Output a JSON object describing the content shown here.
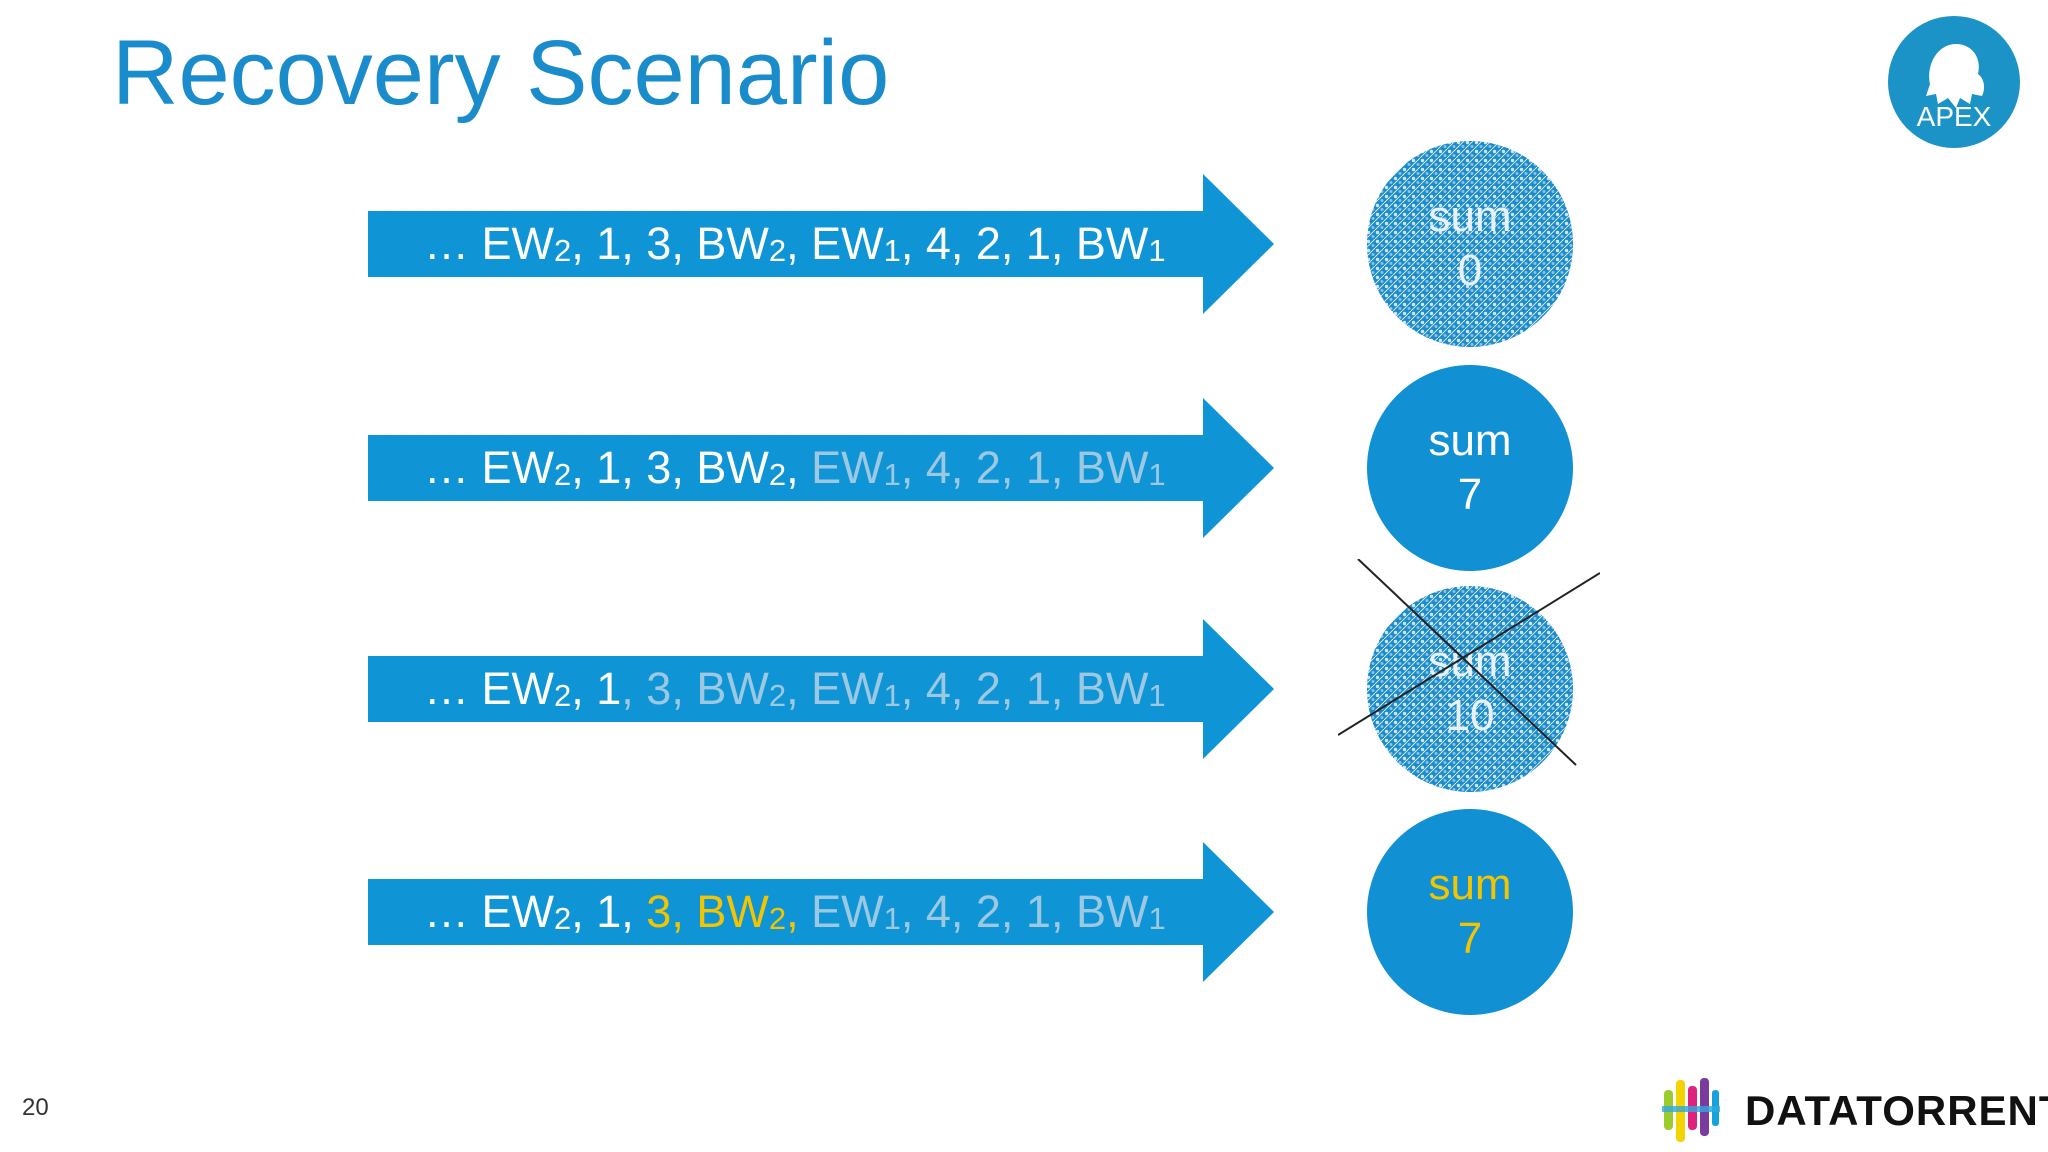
{
  "slide": {
    "title": "Recovery Scenario",
    "page_number": "20"
  },
  "logos": {
    "apex_text": "APEX",
    "datatorrent_text": "DATATORRENT"
  },
  "colors": {
    "blue": "#1b8ccb",
    "arrow_blue": "#0f95d6",
    "faded_text": "#9dc8e2",
    "highlight_yellow": "#f2c500"
  },
  "rows": [
    {
      "sequence": [
        "… EW",
        "2",
        ", 1, 3, BW",
        "2",
        ", EW",
        "1",
        ", 4, 2, 1, BW",
        "1"
      ],
      "sum_label": "sum",
      "sum_value": "0",
      "sum_state": "hatched"
    },
    {
      "sequence_plain": [
        "… EW",
        "2",
        ", 1, 3, BW",
        "2",
        ", "
      ],
      "sequence_faded": [
        "EW",
        "1",
        ", 4, 2, 1, BW",
        "1"
      ],
      "sum_label": "sum",
      "sum_value": "7",
      "sum_state": "solid"
    },
    {
      "sequence_plain": [
        "… EW",
        "2",
        ", 1"
      ],
      "sequence_faded": [
        ", 3, BW",
        "2",
        ", EW",
        "1",
        ", 4, 2, 1, BW",
        "1"
      ],
      "sum_label": "sum",
      "sum_value": "10",
      "sum_state": "crossed-out"
    },
    {
      "sequence_plain": [
        "… EW",
        "2",
        ", 1, "
      ],
      "sequence_highlight": [
        "3, BW",
        "2",
        ","
      ],
      "sequence_faded": [
        " EW",
        "1",
        ", 4, 2, 1, BW",
        "1"
      ],
      "sum_label": "sum",
      "sum_value": "7",
      "sum_state": "solid-highlighted"
    }
  ]
}
